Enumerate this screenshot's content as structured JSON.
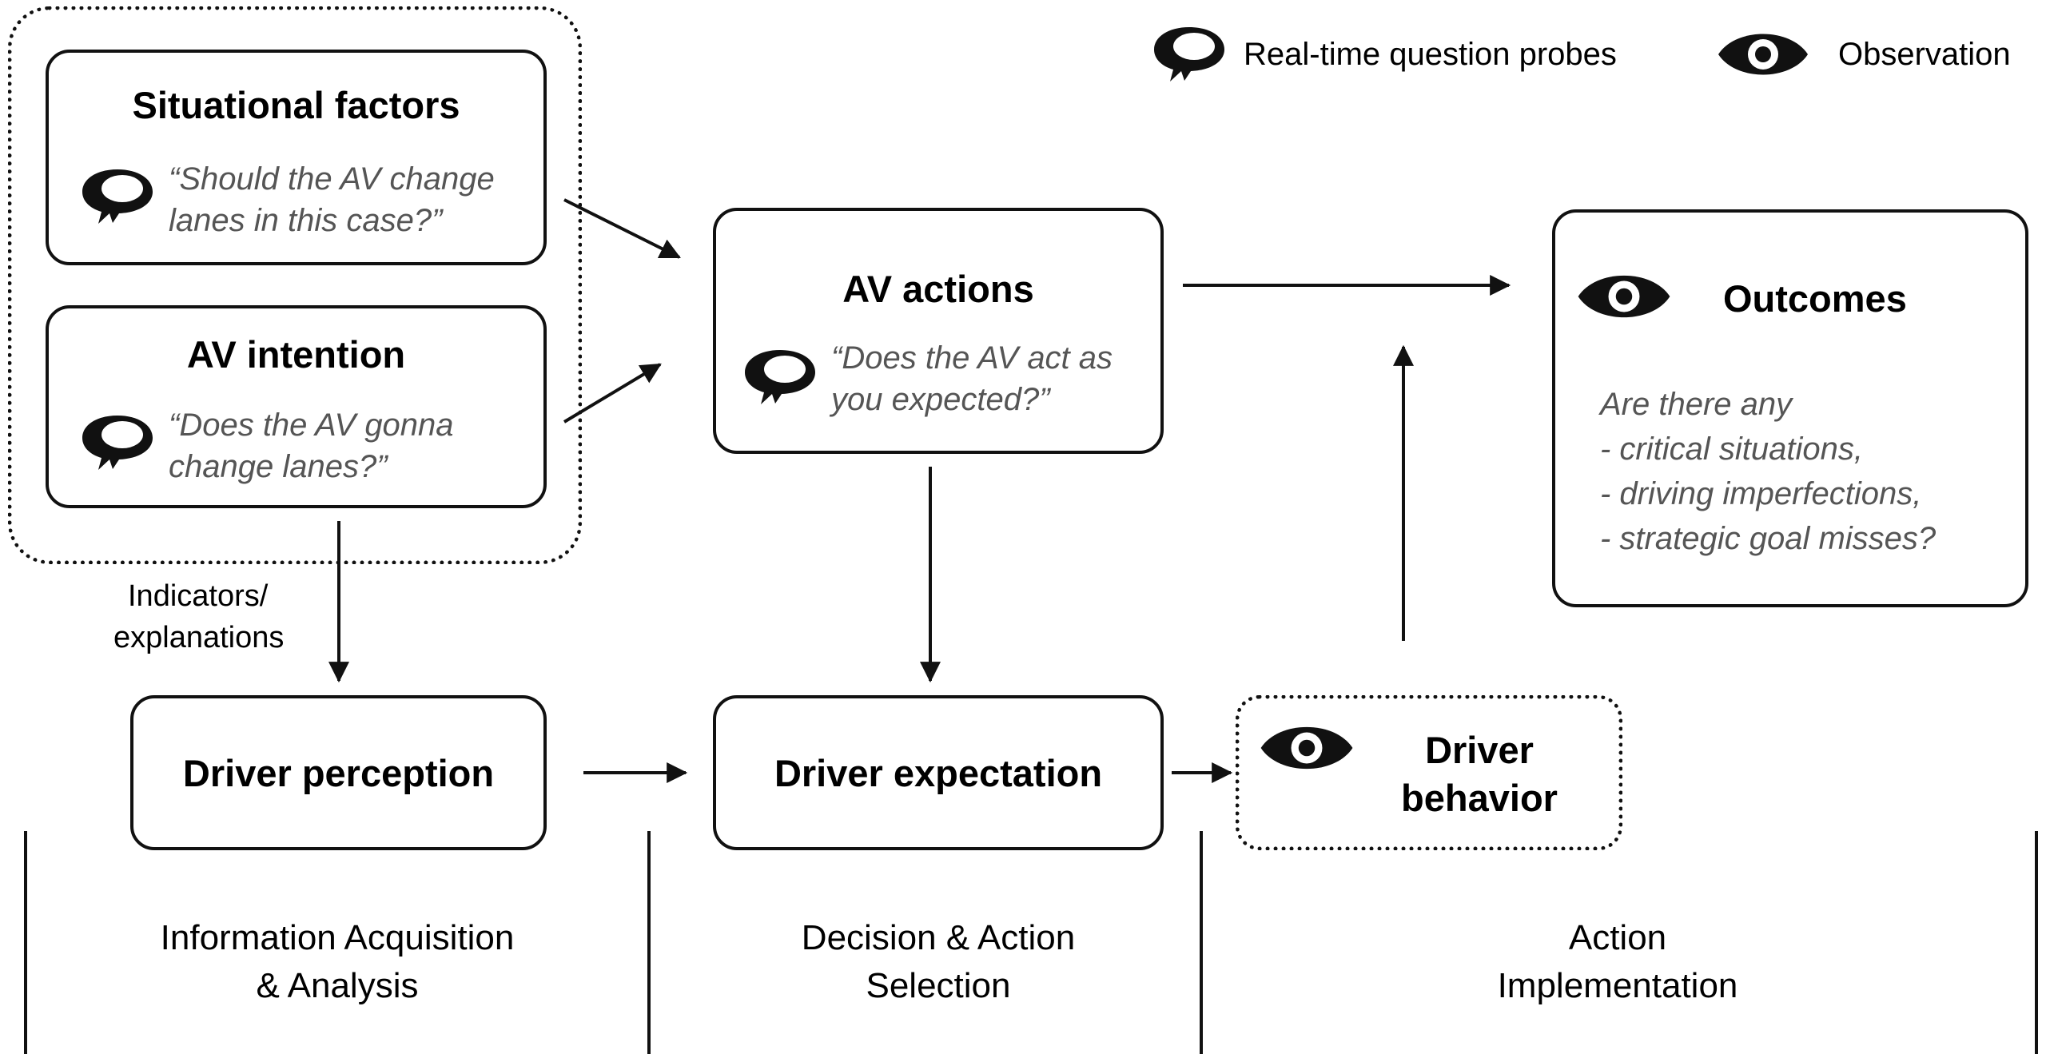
{
  "legend": {
    "probe_label": "Real-time question probes",
    "observation_label": "Observation"
  },
  "situational_factors": {
    "title": "Situational factors",
    "probe_line1": "“Should the AV change",
    "probe_line2": "lanes in this case?”"
  },
  "av_intention": {
    "title": "AV intention",
    "probe_line1": "“Does the AV gonna",
    "probe_line2": "change lanes?”"
  },
  "av_actions": {
    "title": "AV actions",
    "probe_line1": "“Does the AV act as",
    "probe_line2": "you expected?”"
  },
  "outcomes": {
    "title": "Outcomes",
    "line1": "Are there any",
    "line2": "- critical situations,",
    "line3": "- driving imperfections,",
    "line4": "- strategic goal misses?"
  },
  "indicators_label": {
    "line1": "Indicators/",
    "line2": "explanations"
  },
  "driver_perception": {
    "title": "Driver perception"
  },
  "driver_expectation": {
    "title": "Driver expectation"
  },
  "driver_behavior": {
    "line1": "Driver",
    "line2": "behavior"
  },
  "stages": {
    "stage1_line1": "Information Acquisition",
    "stage1_line2": "& Analysis",
    "stage2_line1": "Decision & Action",
    "stage2_line2": "Selection",
    "stage3_line1": "Action",
    "stage3_line2": "Implementation"
  },
  "icons": {
    "probe": "speech-bubble-icon",
    "observation": "eye-icon"
  }
}
